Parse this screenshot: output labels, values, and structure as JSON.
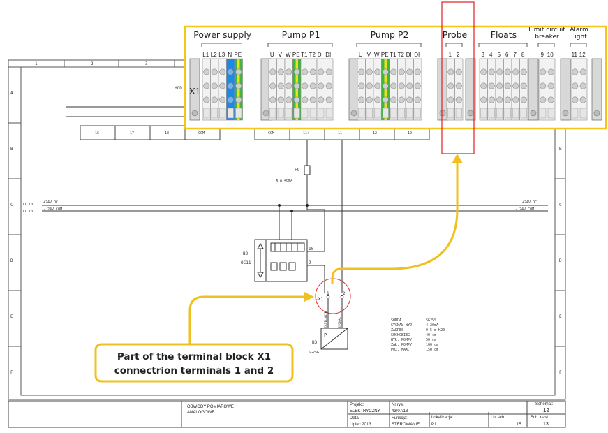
{
  "terminal_strip": {
    "name": "X1",
    "groups": [
      {
        "label": "Power supply",
        "terminals": [
          "L1",
          "L2",
          "L3",
          "N",
          "PE"
        ]
      },
      {
        "label": "Pump P1",
        "terminals": [
          "U",
          "V",
          "W",
          "PE",
          "T1",
          "T2",
          "DI",
          "DI"
        ]
      },
      {
        "label": "Pump P2",
        "terminals": [
          "U",
          "V",
          "W",
          "PE",
          "T1",
          "T2",
          "DI",
          "DI"
        ]
      },
      {
        "label": "Probe",
        "terminals": [
          "1",
          "2"
        ]
      },
      {
        "label": "Floats",
        "terminals": [
          "3",
          "4",
          "5",
          "6",
          "7",
          "8"
        ]
      },
      {
        "label": "Limit circuit breaker",
        "terminals": [
          "9",
          "10"
        ]
      },
      {
        "label": "Alarm Light",
        "terminals": [
          "11",
          "12"
        ]
      }
    ]
  },
  "schematic": {
    "columns": [
      "1",
      "2",
      "3"
    ],
    "rows": [
      "A",
      "B",
      "C",
      "D",
      "E",
      "F"
    ],
    "row_strip": [
      "16",
      "17",
      "18",
      "COM",
      "",
      "COM",
      "11+",
      "11-",
      "12+",
      "12-"
    ],
    "mod_label": "MOD",
    "fuse": {
      "name": "F9",
      "rating": "WTA 40mA"
    },
    "rails": {
      "left_ref": "11.10",
      "plus": "+24V DC",
      "minus": "- 24V COM",
      "right_plus": "+24V DC",
      "right_minus": "- 24V COM"
    },
    "device_b2": {
      "name": "B2",
      "id": "OC11",
      "pins": [
        "10",
        "9"
      ]
    },
    "x1_marker": "-X1",
    "x1_pins": [
      "1",
      "2"
    ],
    "wire_labels": [
      "ZASILANIE",
      "SYGNAŁ"
    ],
    "sensor": {
      "name": "B3",
      "model": "SG25G",
      "letter": "P"
    },
    "specs": [
      {
        "k": "SONDA",
        "v": "SG25S"
      },
      {
        "k": "SYGNAŁ WYJ.",
        "v": "4-20mA"
      },
      {
        "k": "ZAKRES",
        "v": "0-5 m H20"
      },
      {
        "k": "SUCHOBIEG",
        "v": "40 cm"
      },
      {
        "k": "WYŁ. POMPY",
        "v": "50 cm"
      },
      {
        "k": "ZAŁ. POMPY",
        "v": "100 cm"
      },
      {
        "k": "POZ. MAX.",
        "v": "150 cm"
      }
    ]
  },
  "callout": {
    "line1": "Part of the terminal block X1",
    "line2": "connectrion terminals 1 and 2"
  },
  "title_block": {
    "description_line1": "OBWODY POMIAROWE",
    "description_line2": "ANALOGOWE",
    "projekt_label": "Projekt:",
    "projekt_value": "ELEKTRYCZNY",
    "nr_rys_label": "Nr rys.",
    "nr_rys_value": "43/07/13",
    "data_label": "Data:",
    "data_value": "Lipiec 2013",
    "funkcja_label": "Funkcja:",
    "funkcja_value": "STEROWANIE",
    "lokalizacja_label": "Lokalizacja:",
    "lokalizacja_value": "P1",
    "lb_sch_label": "Lb. sch:",
    "lb_sch_value": "15",
    "schemat_label": "Schemat:",
    "schemat_value": "12",
    "sch_nast_label": "Sch. nast:",
    "sch_nast_value": "13"
  },
  "colors": {
    "highlight": "#f5c518",
    "callout_border": "#e8b800",
    "red": "#e02020",
    "ground_green": "#3db83d",
    "ground_yellow": "#f0e020",
    "neutral_blue": "#1e88e5"
  }
}
